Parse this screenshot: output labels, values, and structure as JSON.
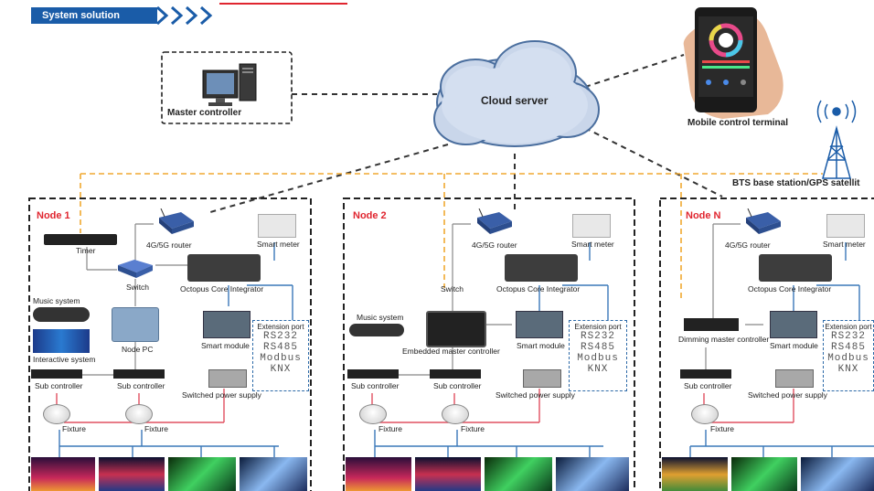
{
  "header": {
    "title": "System solution"
  },
  "top": {
    "cloud": "Cloud server",
    "master": "Master controller",
    "mobile": "Mobile control terminal",
    "bts": "BTS base station/GPS satellit"
  },
  "nodes": [
    {
      "title": "Node 1",
      "timer": "Timer",
      "router": "4G/5G router",
      "meter": "Smart meter",
      "switch": "Switch",
      "integrator": "Octopus Core Integrator",
      "music": "Music system",
      "node_pc": "Node PC",
      "interactive": "Interactive system",
      "smart_module": "Smart module",
      "extension_title": "Extension port",
      "protocols": [
        "RS232",
        "RS485",
        "Modbus",
        "KNX"
      ],
      "sub1": "Sub controller",
      "sub2": "Sub controller",
      "psu": "Switched power supply",
      "fixture1": "Fixture",
      "fixture2": "Fixture"
    },
    {
      "title": "Node 2",
      "router": "4G/5G router",
      "meter": "Smart meter",
      "switch": "Switch",
      "integrator": "Octopus Core Integrator",
      "music": "Music system",
      "embedded": "Embedded master controller",
      "smart_module": "Smart module",
      "extension_title": "Extension port",
      "protocols": [
        "RS232",
        "RS485",
        "Modbus",
        "KNX"
      ],
      "sub1": "Sub controller",
      "sub2": "Sub controller",
      "psu": "Switched power supply",
      "fixture1": "Fixture",
      "fixture2": "Fixture"
    },
    {
      "title": "Node N",
      "router": "4G/5G router",
      "meter": "Smart meter",
      "integrator": "Octopus Core Integrator",
      "dimming": "Dimming master controller",
      "smart_module": "Smart module",
      "extension_title": "Extension port",
      "protocols": [
        "RS232",
        "RS485",
        "Modbus",
        "KNX"
      ],
      "sub1": "Sub controller",
      "psu": "Switched power supply",
      "fixture1": "Fixture"
    }
  ],
  "colors": {
    "blue": "#1a5ca8",
    "red": "#e0252f",
    "orange": "#f0a830",
    "wire_blue": "#3a78b8",
    "wire_red": "#e05060",
    "dark": "#222"
  }
}
